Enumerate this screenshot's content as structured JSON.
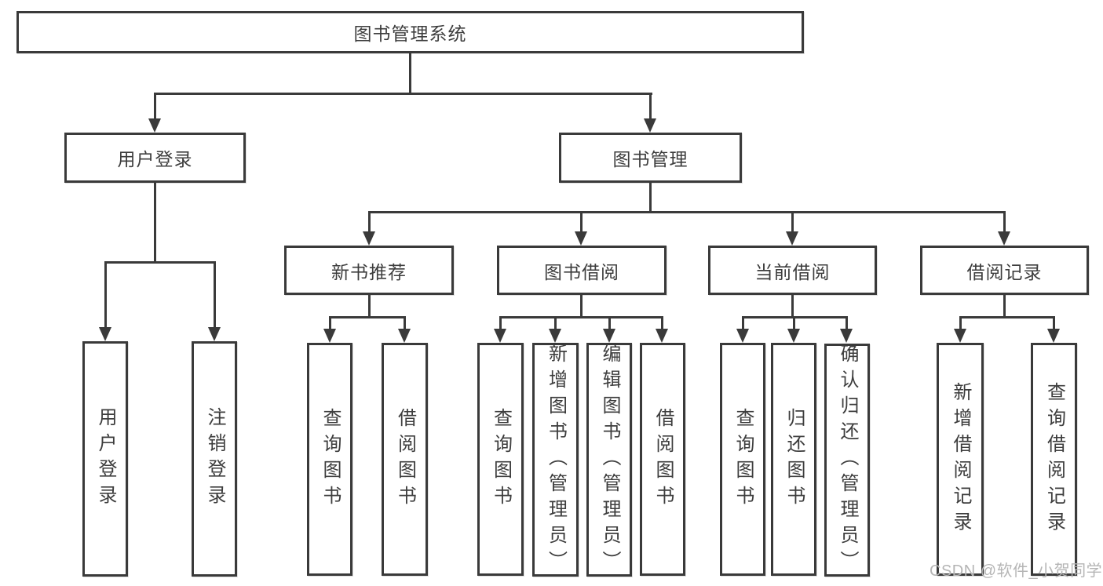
{
  "colors": {
    "line": "#3a3a3a",
    "text": "#3d3d3d",
    "background": "#ffffff",
    "watermark": "#b5b5b5"
  },
  "watermark": "CSDN @软件_小贺同学",
  "tree": {
    "root": "图书管理系统",
    "level2": [
      {
        "label": "用户登录",
        "children": [
          "用户登录",
          "注销登录"
        ]
      },
      {
        "label": "图书管理",
        "children": [
          {
            "label": "新书推荐",
            "children": [
              "查询图书",
              "借阅图书"
            ]
          },
          {
            "label": "图书借阅",
            "children": [
              "查询图书",
              "新增图书（管理员）",
              "编辑图书（管理员）",
              "借阅图书"
            ]
          },
          {
            "label": "当前借阅",
            "children": [
              "查询图书",
              "归还图书",
              "确认归还（管理员）"
            ]
          },
          {
            "label": "借阅记录",
            "children": [
              "新增借阅记录",
              "查询借阅记录"
            ]
          }
        ]
      }
    ]
  }
}
